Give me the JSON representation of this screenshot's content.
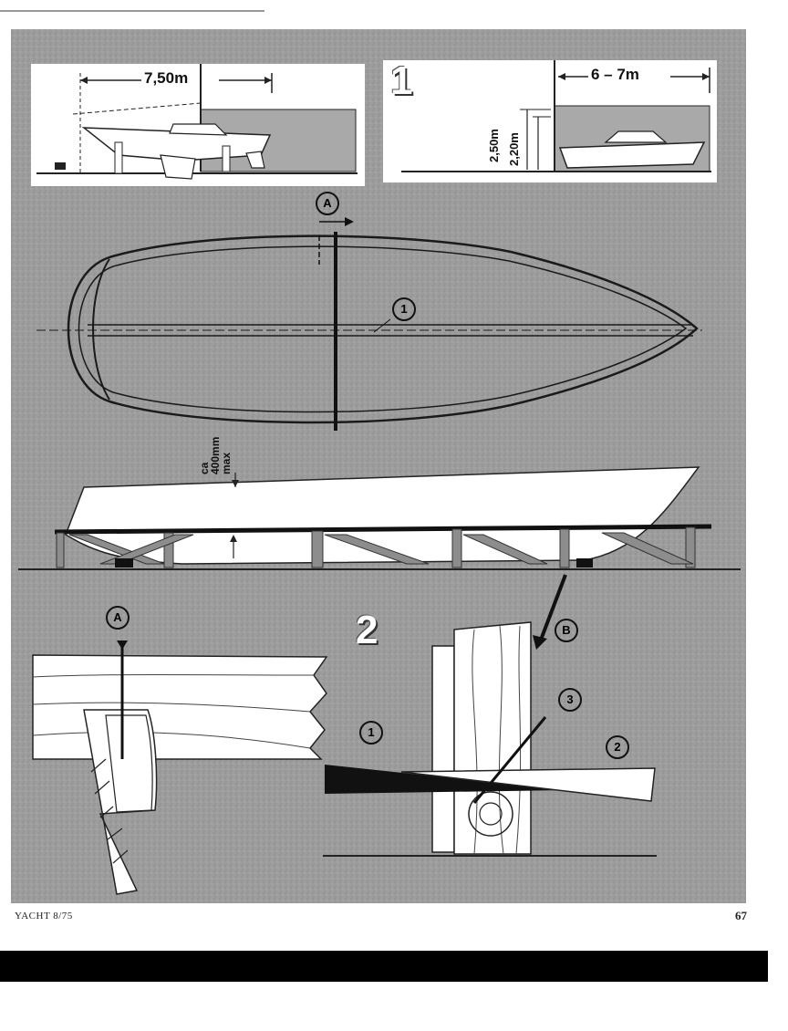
{
  "figure1": {
    "number": "1",
    "panel_left": {
      "length_label": "7,50m"
    },
    "panel_right": {
      "length_label": "6 – 7m",
      "height_outer": "2,50m",
      "height_inner": "2,20m"
    },
    "callout_section": "A",
    "callout_keel": "1",
    "clearance_label": [
      "ca",
      "400mm",
      "max"
    ]
  },
  "figure2": {
    "number": "2",
    "callout_a": "A",
    "callout_b": "B",
    "callouts": [
      "1",
      "2",
      "3"
    ]
  },
  "footer": {
    "publication": "YACHT 8/75",
    "page": "67"
  }
}
